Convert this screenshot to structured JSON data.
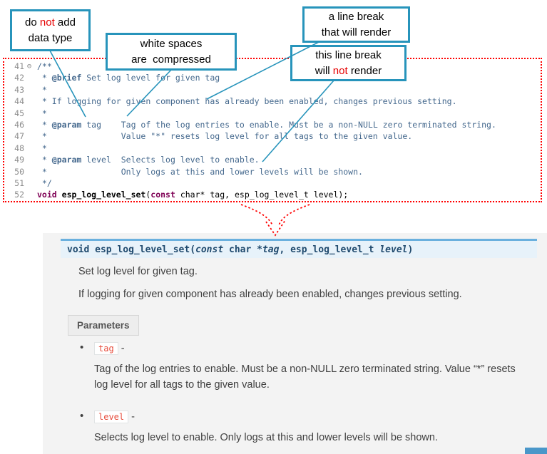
{
  "colors": {
    "callout_border": "#2794bb",
    "annotation_red": "#e60000",
    "code_box_border": "#ff0000",
    "comment": "#44688D",
    "doc_tag": "#44688D",
    "keyword": "#7f0055",
    "line_number": "#8c8c8c",
    "sig_text": "#204a6e",
    "sig_bg": "#e7f2fa",
    "sig_border": "#6ab0de",
    "literal": "#e74c3c",
    "body_text": "#404040",
    "panel_bg": "#f3f3f3",
    "scroll_thumb": "#4a97c9"
  },
  "callouts": [
    {
      "name": "do-not-add-data-type",
      "lines": [
        [
          {
            "t": "do "
          },
          {
            "t": "not",
            "s": "red"
          },
          {
            "t": " add"
          }
        ],
        [
          {
            "t": "data type"
          }
        ]
      ]
    },
    {
      "name": "white-spaces-compressed",
      "lines": [
        [
          {
            "t": "white spaces"
          }
        ],
        [
          {
            "t": "are  compressed"
          }
        ]
      ]
    },
    {
      "name": "line-break-will-render",
      "lines": [
        [
          {
            "t": "a line break"
          }
        ],
        [
          {
            "t": "that will render"
          }
        ]
      ]
    },
    {
      "name": "line-break-will-not-render",
      "lines": [
        [
          {
            "t": "this line break"
          }
        ],
        [
          {
            "t": "will "
          },
          {
            "t": "not",
            "s": "red"
          },
          {
            "t": " render"
          }
        ]
      ]
    }
  ],
  "code": {
    "fold_icon": "⊖",
    "lines": [
      {
        "num": "41",
        "fold": true,
        "segs": [
          {
            "t": "/**",
            "s": "c"
          }
        ]
      },
      {
        "num": "42",
        "segs": [
          {
            "t": " * ",
            "s": "c"
          },
          {
            "t": "@brief",
            "s": "tg"
          },
          {
            "t": " Set log level for given tag",
            "s": "c"
          }
        ]
      },
      {
        "num": "43",
        "segs": [
          {
            "t": " *",
            "s": "c"
          }
        ]
      },
      {
        "num": "44",
        "segs": [
          {
            "t": " * If logging for given component has already been enabled, changes previous setting.",
            "s": "c"
          }
        ]
      },
      {
        "num": "45",
        "segs": [
          {
            "t": " *",
            "s": "c"
          }
        ]
      },
      {
        "num": "46",
        "segs": [
          {
            "t": " * ",
            "s": "c"
          },
          {
            "t": "@param",
            "s": "tg"
          },
          {
            "t": " tag    Tag of the log entries to enable. Must be a non-NULL zero terminated string.",
            "s": "c"
          }
        ]
      },
      {
        "num": "47",
        "segs": [
          {
            "t": " *               Value \"*\" resets log level for all tags to the given value.",
            "s": "c"
          }
        ]
      },
      {
        "num": "48",
        "segs": [
          {
            "t": " *",
            "s": "c"
          }
        ]
      },
      {
        "num": "49",
        "segs": [
          {
            "t": " * ",
            "s": "c"
          },
          {
            "t": "@param",
            "s": "tg"
          },
          {
            "t": " level  Selects log level to enable.",
            "s": "c"
          }
        ]
      },
      {
        "num": "50",
        "segs": [
          {
            "t": " *               Only logs at this and lower levels will be shown.",
            "s": "c"
          }
        ]
      },
      {
        "num": "51",
        "segs": [
          {
            "t": " */",
            "s": "c"
          }
        ]
      },
      {
        "num": "52",
        "segs": [
          {
            "t": "void",
            "s": "kw"
          },
          {
            "t": " ",
            "s": "pl"
          },
          {
            "t": "esp_log_level_set",
            "s": "fn"
          },
          {
            "t": "(",
            "s": "pl"
          },
          {
            "t": "const",
            "s": "kw"
          },
          {
            "t": " char* tag, esp_log_level_t level);",
            "s": "pl"
          }
        ]
      }
    ]
  },
  "docs": {
    "signature": [
      {
        "t": "void ",
        "s": "gb"
      },
      {
        "t": "esp_log_level_set",
        "s": "gb"
      },
      {
        "t": "(",
        "s": "gp"
      },
      {
        "t": "const",
        "s": "gbi"
      },
      {
        "t": "  char *",
        "s": "gp"
      },
      {
        "t": "tag",
        "s": "gbi"
      },
      {
        "t": ", ",
        "s": "gp"
      },
      {
        "t": "esp_log_level_t ",
        "s": "gp"
      },
      {
        "t": "level",
        "s": "gbi"
      },
      {
        "t": ")",
        "s": "gp"
      }
    ],
    "summary": "Set log level for given tag.",
    "description": "If logging for given component has already been enabled, changes previous setting.",
    "parameters_label": "Parameters",
    "bullet_glyph": "•",
    "params": [
      {
        "name": "tag",
        "separator": "-",
        "desc": "Tag of the log entries to enable. Must be a non-NULL zero terminated string. Value “*” resets log level for all tags to the given value."
      },
      {
        "name": "level",
        "separator": "-",
        "desc": "Selects log level to enable. Only logs at this and lower levels will be shown."
      }
    ]
  }
}
